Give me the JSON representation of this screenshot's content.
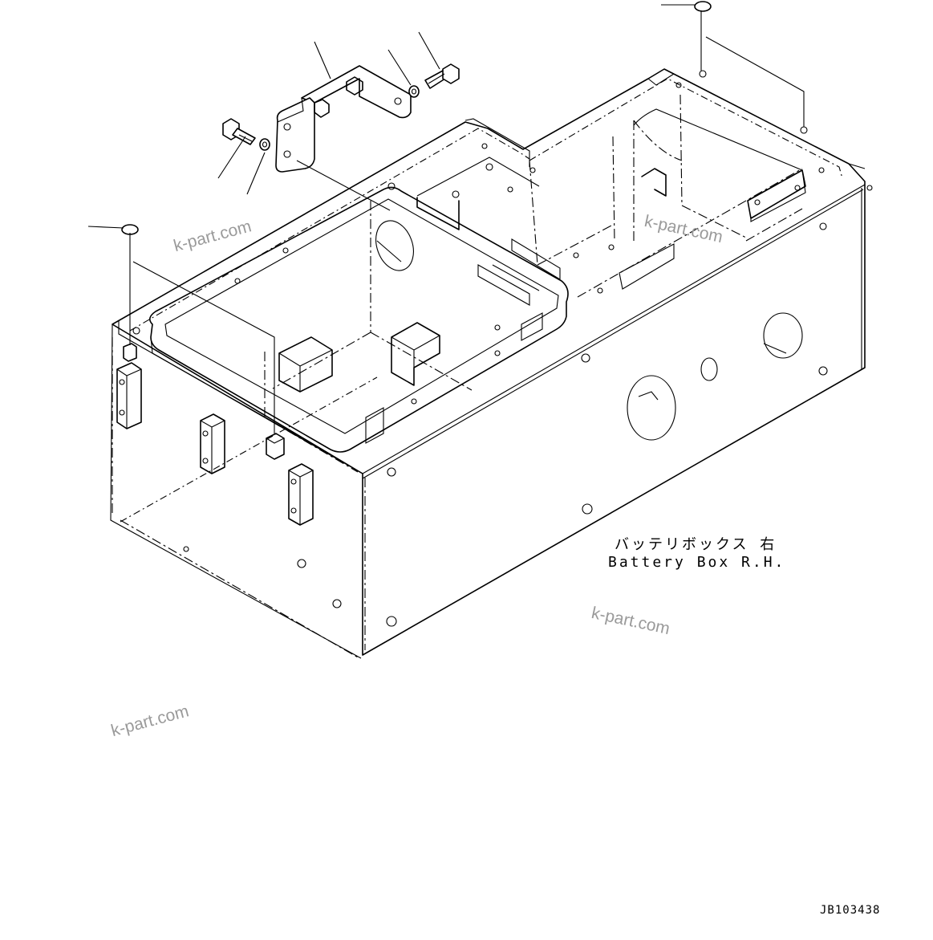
{
  "diagram": {
    "caption_jp": "バッテリボックス 右",
    "caption_en": "Battery Box R.H.",
    "drawing_code": "JB103438"
  },
  "watermarks": [
    "k-part.com",
    "k-part.com",
    "k-part.com",
    "k-part.com"
  ],
  "colors": {
    "line": "#000000",
    "watermark": "#9a9a9a",
    "background": "#ffffff"
  }
}
